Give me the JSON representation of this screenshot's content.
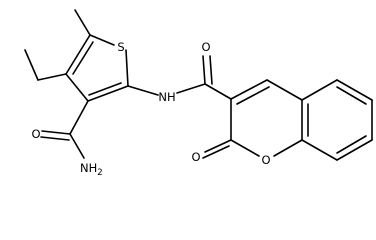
{
  "molecule": {
    "atoms": {
      "S": "S",
      "NH": "NH",
      "O_amide": "O",
      "NH2": "NH",
      "NH2_subscript": "2",
      "O_ring": "O",
      "O_lactone": "O"
    }
  }
}
